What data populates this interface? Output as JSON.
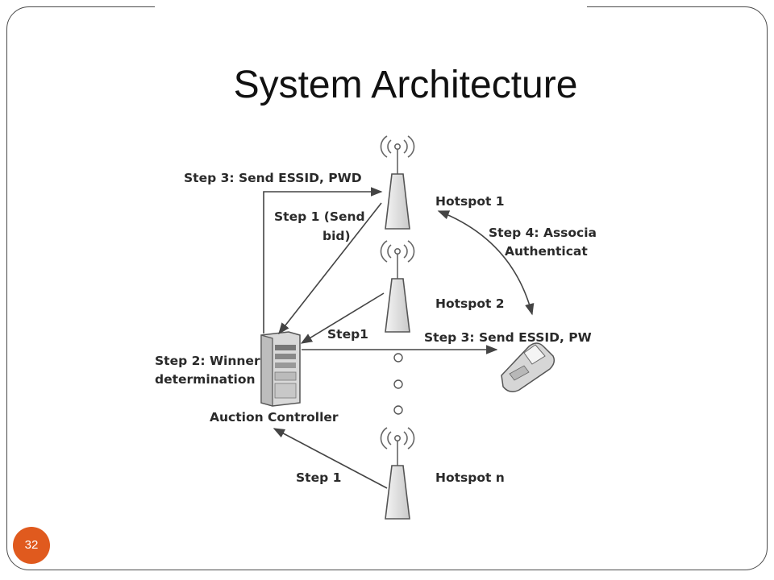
{
  "slide": {
    "title": "System Architecture",
    "page_number": "32"
  },
  "diagram": {
    "hotspot_1": "Hotspot 1",
    "hotspot_2": "Hotspot 2",
    "hotspot_n": "Hotspot n",
    "controller": "Auction Controller",
    "step3_top": "Step 3: Send ESSID, PWD",
    "step1_send_bid_line1": "Step 1 (Send",
    "step1_send_bid_line2": "bid)",
    "step1_hotspot2": "Step1",
    "step1_hotspot_n": "Step 1",
    "step2_line1": "Step 2: Winner",
    "step2_line2": "determination",
    "step3_client": "Step 3: Send ESSID, PW",
    "step4_line1": "Step 4: Associa",
    "step4_line2": "Authenticat"
  },
  "icons": [
    "antenna-tower-icon",
    "wifi-signal-icon",
    "server-icon",
    "phone-icon",
    "ellipsis-dots-icon"
  ],
  "colors": {
    "badge": "#e05a1e",
    "line": "#555555",
    "text": "#2a2a2a"
  }
}
